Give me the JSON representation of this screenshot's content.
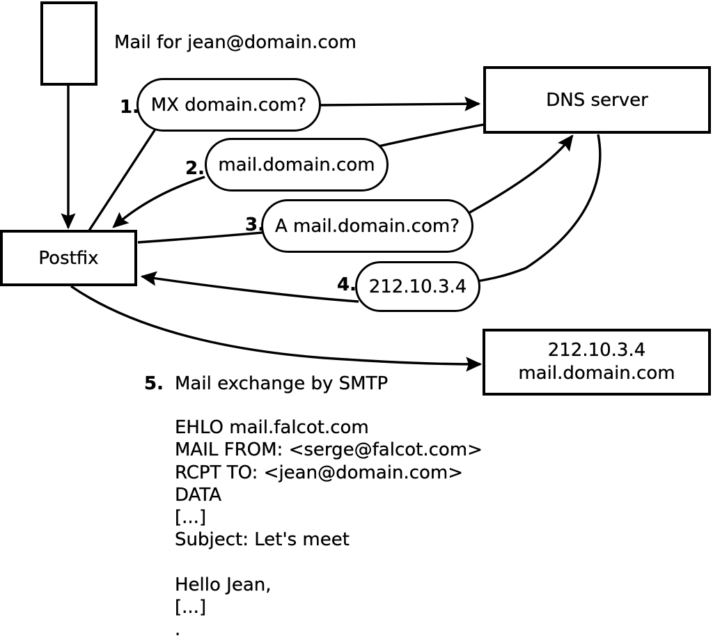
{
  "labels": {
    "mail_for": "Mail for jean@domain.com",
    "postfix": "Postfix",
    "dns_server": "DNS server",
    "dest_line1": "212.10.3.4",
    "dest_line2": "mail.domain.com"
  },
  "steps": [
    {
      "num": "1.",
      "label": "MX domain.com?"
    },
    {
      "num": "2.",
      "label": "mail.domain.com"
    },
    {
      "num": "3.",
      "label": "A mail.domain.com?"
    },
    {
      "num": "4.",
      "label": "212.10.3.4"
    },
    {
      "num": "5.",
      "label": "Mail exchange by SMTP"
    }
  ],
  "smtp_session": {
    "lines": [
      "EHLO mail.falcot.com",
      "MAIL FROM: <serge@falcot.com>",
      "RCPT TO: <jean@domain.com>",
      "DATA",
      "[...]",
      "Subject: Let's meet",
      "",
      "Hello Jean,",
      "[...]",
      "."
    ]
  },
  "colors": {
    "line": "#000000",
    "background": "#ffffff"
  }
}
